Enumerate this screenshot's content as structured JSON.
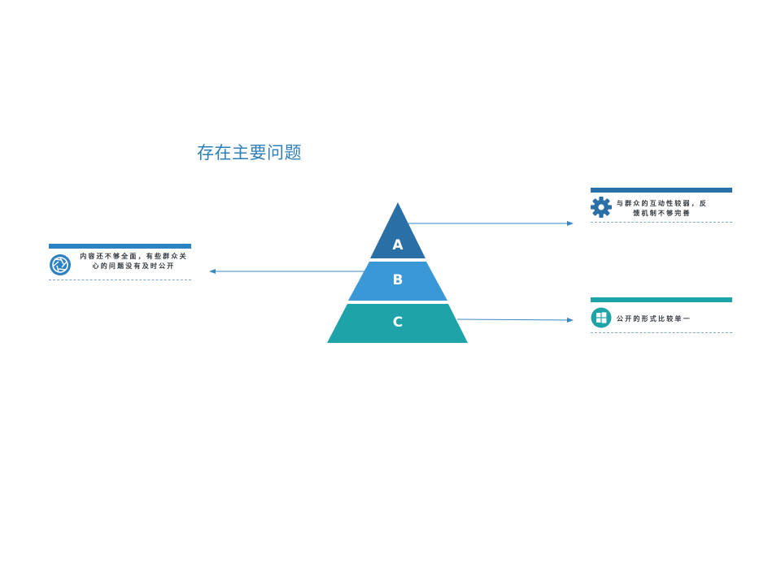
{
  "slide": {
    "title": "存在主要问题"
  },
  "colors": {
    "title": "#2e7fb8",
    "level_a": "#2a6fa6",
    "level_b": "#3a98d6",
    "level_c": "#1ea4a8",
    "arrow": "#3a87c0",
    "card_blue": "#2d82c4",
    "card_dark": "#2a6fa6",
    "card_teal": "#1ea4a8"
  },
  "pyramid": {
    "levels": [
      {
        "label": "A"
      },
      {
        "label": "B"
      },
      {
        "label": "C"
      }
    ]
  },
  "callouts": {
    "left": {
      "text": "内容还不够全面，有些群众关心的问题没有及时公开",
      "icon": "shutter-icon"
    },
    "right_top": {
      "text": "与群众的互动性较弱，反馈机制不够完善",
      "icon": "gear-icon"
    },
    "right_bottom": {
      "text": "公开的形式比较单一",
      "icon": "windows-icon"
    }
  }
}
